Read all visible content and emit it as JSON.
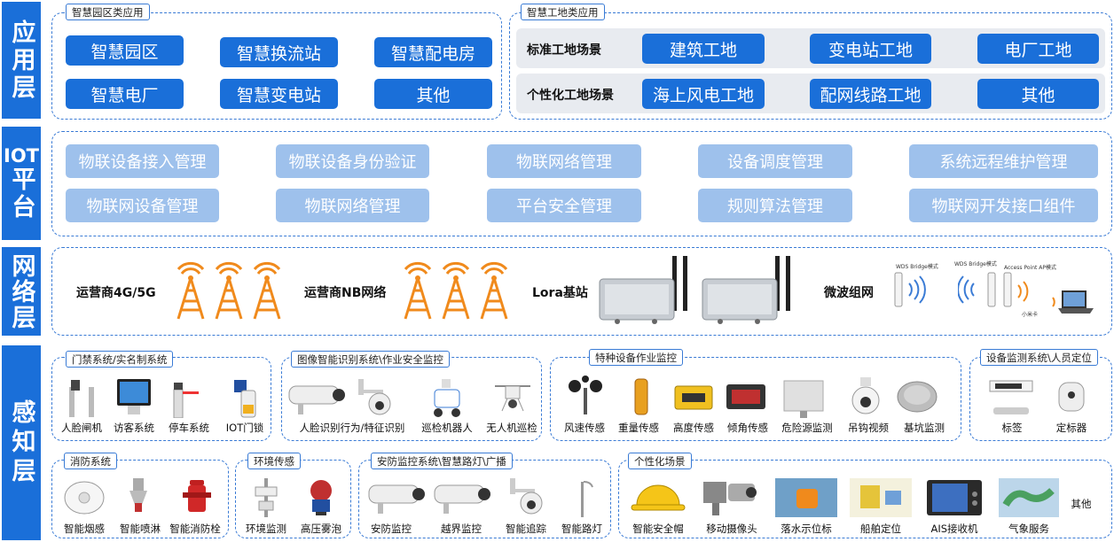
{
  "layers": {
    "app": "应用层",
    "iot": "IOT平台",
    "network": "网络层",
    "perception": "感知层"
  },
  "app": {
    "park_tag": "智慧园区类应用",
    "park_buttons": [
      "智慧园区",
      "智慧换流站",
      "智慧配电房",
      "智慧电厂",
      "智慧变电站",
      "其他"
    ],
    "site_tag": "智慧工地类应用",
    "std_scene": "标准工地场景",
    "std_buttons": [
      "建筑工地",
      "变电站工地",
      "电厂工地"
    ],
    "custom_scene": "个性化工地场景",
    "custom_buttons": [
      "海上风电工地",
      "配网线路工地",
      "其他"
    ]
  },
  "iot": {
    "row1": [
      "物联设备接入管理",
      "物联设备身份验证",
      "物联网络管理",
      "设备调度管理",
      "系统远程维护管理"
    ],
    "row2": [
      "物联网设备管理",
      "物联网络管理",
      "平台安全管理",
      "规则算法管理",
      "物联网开发接口组件"
    ]
  },
  "network": {
    "labels": [
      "运营商4G/5G",
      "运营商NB网络",
      "Lora基站",
      "微波组网"
    ],
    "microwave_small": [
      "WDS Bridge模式",
      "WDS Bridge模式",
      "Access Point AP模式",
      "小米卡"
    ]
  },
  "perception": {
    "groups": [
      {
        "tag": "门禁系统/实名制系统",
        "items": [
          "人脸闸机",
          "访客系统",
          "停车系统",
          "IOT门锁"
        ]
      },
      {
        "tag": "图像智能识别系统\\作业安全监控",
        "items": [
          "人脸识别行为/特征识别",
          "巡检机器人",
          "无人机巡检"
        ]
      },
      {
        "tag": "特种设备作业监控",
        "items": [
          "风速传感",
          "重量传感",
          "高度传感",
          "倾角传感",
          "危险源监测",
          "吊钩视频",
          "基坑监测"
        ]
      },
      {
        "tag": "设备监测系统\\人员定位",
        "items": [
          "标签",
          "定标器"
        ]
      },
      {
        "tag": "消防系统",
        "items": [
          "智能烟感",
          "智能喷淋",
          "智能消防栓"
        ]
      },
      {
        "tag": "环境传感",
        "items": [
          "环境监测",
          "高压雾泡"
        ]
      },
      {
        "tag": "安防监控系统\\智慧路灯\\广播",
        "items": [
          "安防监控",
          "越界监控",
          "智能追踪",
          "智能路灯"
        ]
      },
      {
        "tag": "个性化场景",
        "items": [
          "智能安全帽",
          "移动摄像头",
          "落水示位标",
          "船舶定位",
          "AIS接收机",
          "气象服务",
          "其他"
        ]
      }
    ]
  },
  "colors": {
    "primary": "#1a6fd9",
    "pale": "#9ec1ec",
    "dash": "#3a7bd5",
    "tower": "#f08a1c"
  }
}
